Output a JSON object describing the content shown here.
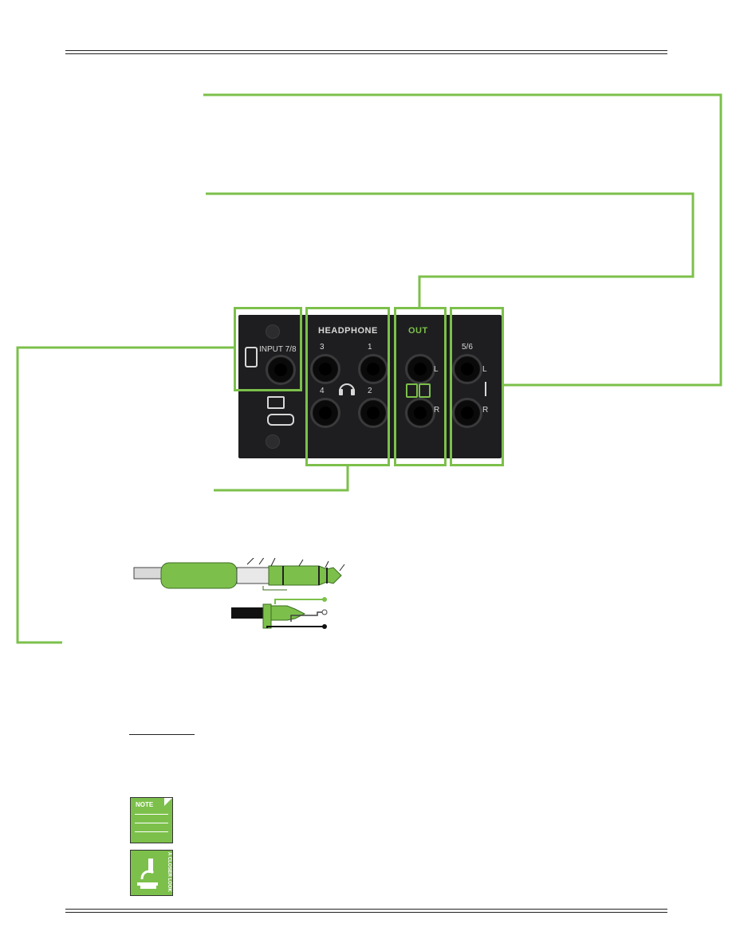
{
  "panel": {
    "input_label": "INPUT 7/8",
    "headphone_title": "HEADPHONE",
    "out_title": "OUT",
    "hp_labels": [
      "3",
      "1",
      "4",
      "2"
    ],
    "out_labels": [
      "L",
      "R"
    ],
    "line_label": "5/6",
    "line_lr": [
      "L",
      "R"
    ]
  },
  "icons": {
    "note_label": "NOTE",
    "closer_look_label": "A CLOSER LOOK"
  },
  "colors": {
    "accent_green": "#7cc04b",
    "panel_black": "#1e1e20"
  }
}
